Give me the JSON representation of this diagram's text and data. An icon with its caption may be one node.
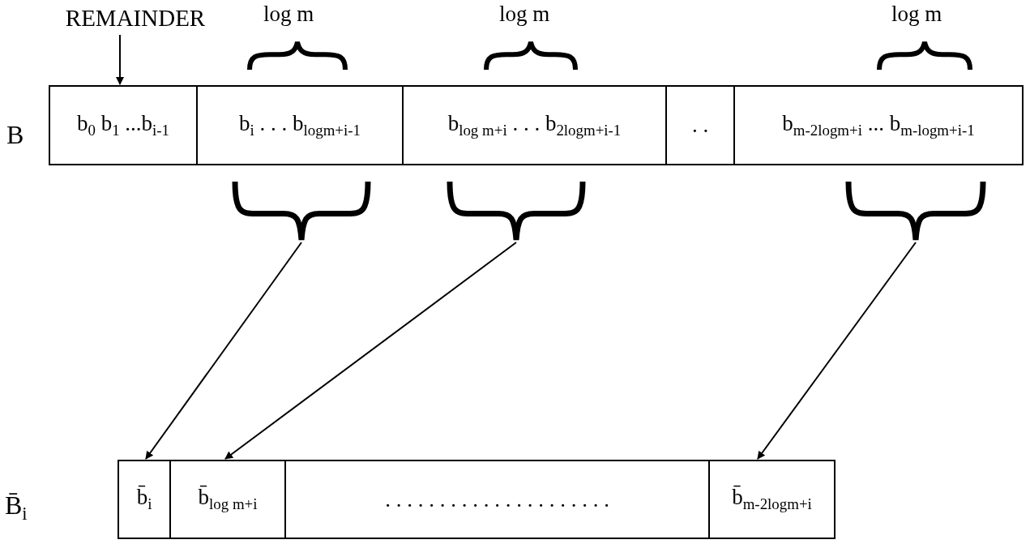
{
  "diagram": {
    "nodes": [
      {
        "text": [
          "b$_{0}$ b$_{1}$ ...b$_{i-1}$"
        ]
      },
      {
        "text": [
          "b$_{i}$ . . . b$_{logm+i-1}$"
        ]
      },
      {
        "text": [
          "b$_{log m+i}$ . . . b$_{2logm+i-1}$"
        ]
      },
      {
        "text": [
          ". ."
        ]
      },
      {
        "text": [
          "b$_{m-2logm+i}$ ... b$_{m-logm+i-1}$"
        ]
      },
      {
        "text": [
          "b̄$_{i}$"
        ]
      },
      {
        "text": [
          "b̄$_{log m+i}$"
        ]
      },
      {
        "text": [
          ". . . . . . . . . . . . . . . . . . . . ."
        ]
      },
      {
        "text": [
          "b̄$_{m-2logm+i}$"
        ]
      },
      {
        "text": [
          "REMAINDER"
        ]
      },
      {
        "text": [],
        "shape": "brace"
      },
      {
        "text": [],
        "shape": "brace"
      },
      {
        "text": [],
        "shape": "brace"
      }
    ],
    "edges": [
      {
        "from": 9,
        "to": 0,
        "arrow": "to"
      },
      {
        "from": 10,
        "to": 5,
        "arrow": "to"
      },
      {
        "from": 11,
        "to": 6,
        "arrow": "to"
      },
      {
        "from": 12,
        "to": 8,
        "arrow": "to"
      }
    ],
    "labels": [
      "log m",
      "log m",
      "log m",
      "B",
      "B̄$_{i}$"
    ]
  }
}
